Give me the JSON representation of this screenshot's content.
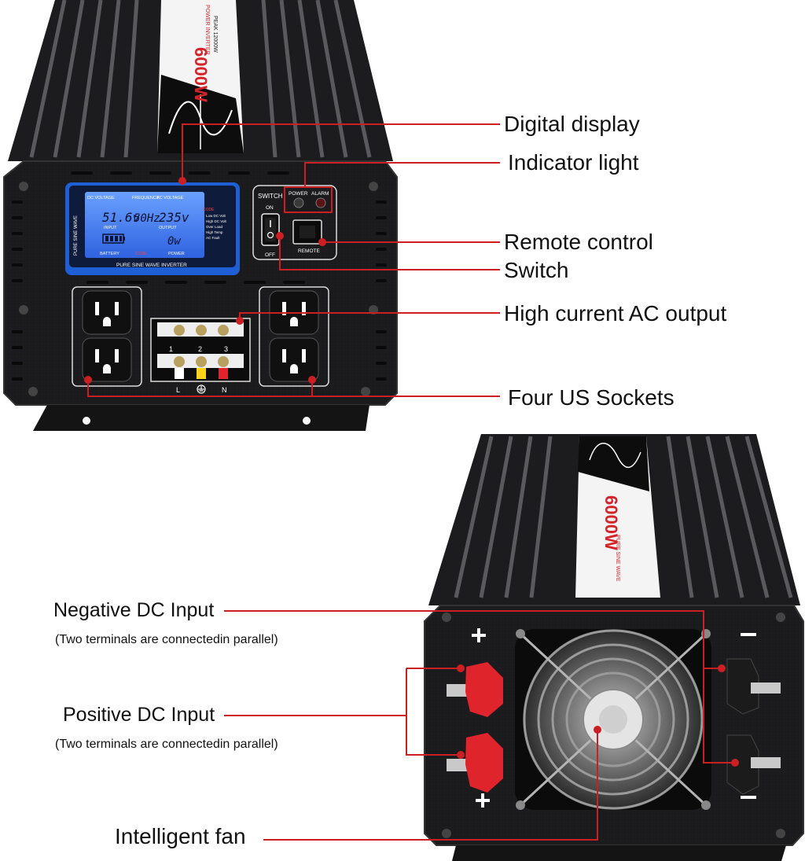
{
  "callouts": {
    "digital_display": "Digital display",
    "indicator_light": "Indicator light",
    "remote_control": "Remote control",
    "switch": "Switch",
    "ac_output": "High current AC output",
    "us_sockets": "Four US Sockets",
    "negative_dc": "Negative DC Input",
    "negative_dc_note": "(Two terminals are connectedin parallel)",
    "positive_dc": "Positive DC Input",
    "positive_dc_note": "(Two terminals are connectedin parallel)",
    "fan": "Intelligent fan"
  },
  "front_panel": {
    "lcd": {
      "dc_voltage_title": "DC VOLTAGE",
      "frequency_title": "FREQUENCY",
      "ac_voltage_title": "AC VOLTAGE",
      "dc_value": "51.6v",
      "freq_value": "50Hz",
      "ac_value": "235v",
      "input_label": "INPUT",
      "output_label": "OUTPUT",
      "power_value": "0w",
      "battery_label": "BATTERY",
      "code_label": "CODE",
      "power_label": "POWER",
      "side_text": "PURE SINE WAVE",
      "bottom_text": "PURE SINE WAVE INVERTER",
      "code_title": "CODE",
      "codes": [
        "Low DC Volt",
        "High DC Volt",
        "Over Load",
        "High Temp",
        "AC Fault"
      ]
    },
    "switch_label": "SWITCH",
    "on_label": "ON",
    "off_label": "OFF",
    "power_led_label": "POWER",
    "alarm_led_label": "ALARM",
    "remote_label": "REMOTE",
    "terminal_marks": [
      "L",
      "N"
    ],
    "terminal_numbers": [
      "1",
      "2",
      "3"
    ]
  },
  "top_labels": {
    "wattage": "6000W",
    "line1": "POWER INVERTER",
    "line2": "PURE SINE WAVE",
    "peak": "PEAK 12000W"
  },
  "colors": {
    "callout_line": "#cc1f24",
    "case": "#1c1c1e",
    "fin": "#3a3a3d",
    "lcd_frame": "#1e5fd6",
    "lcd_screen": "#3c7cff",
    "positive_terminal": "#e0242c",
    "negative_terminal": "#1b1b1b"
  },
  "icons": [
    "ground-icon",
    "fan-icon",
    "sine-wave-icon",
    "plus-icon",
    "minus-icon"
  ]
}
